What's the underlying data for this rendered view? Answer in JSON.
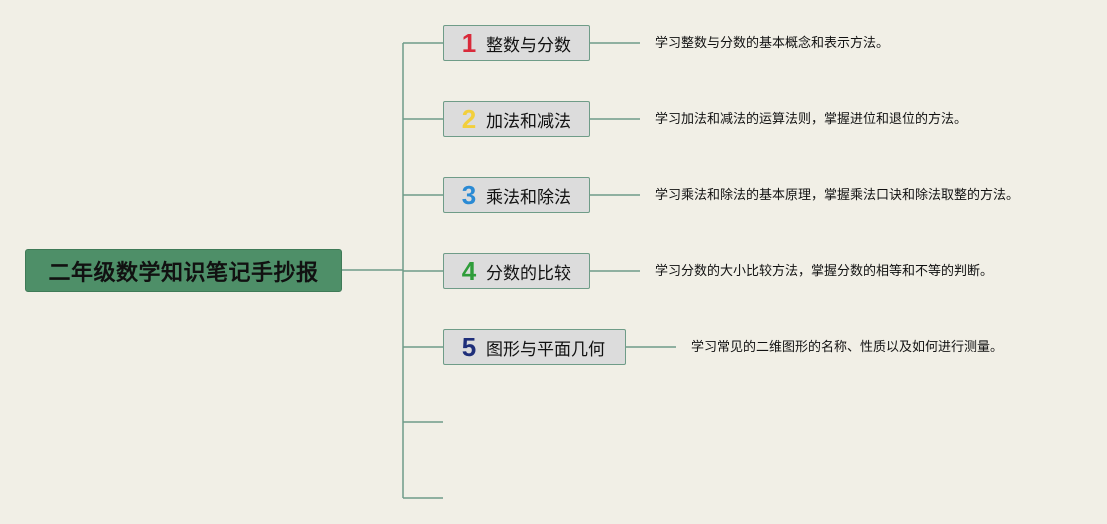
{
  "root": {
    "title": "二年级数学知识笔记手抄报"
  },
  "topics": [
    {
      "number": "1",
      "title": "整数与分数",
      "description": "学习整数与分数的基本概念和表示方法。",
      "number_color": "#d92a3a"
    },
    {
      "number": "2",
      "title": "加法和减法",
      "description": "学习加法和减法的运算法则，掌握进位和退位的方法。",
      "number_color": "#f2cf3c"
    },
    {
      "number": "3",
      "title": "乘法和除法",
      "description": "学习乘法和除法的基本原理，掌握乘法口诀和除法取整的方法。",
      "number_color": "#2a8ad4"
    },
    {
      "number": "4",
      "title": "分数的比较",
      "description": "学习分数的大小比较方法，掌握分数的相等和不等的判断。",
      "number_color": "#2f9d3a"
    },
    {
      "number": "5",
      "title": "图形与平面几何",
      "description": "学习常见的二维图形的名称、性质以及如何进行测量。",
      "number_color": "#1f2f7a"
    }
  ],
  "colors": {
    "background": "#f1efe6",
    "connector": "#6f9c88",
    "root_fill": "#4e8f68",
    "node_fill": "#dcdcdc"
  }
}
